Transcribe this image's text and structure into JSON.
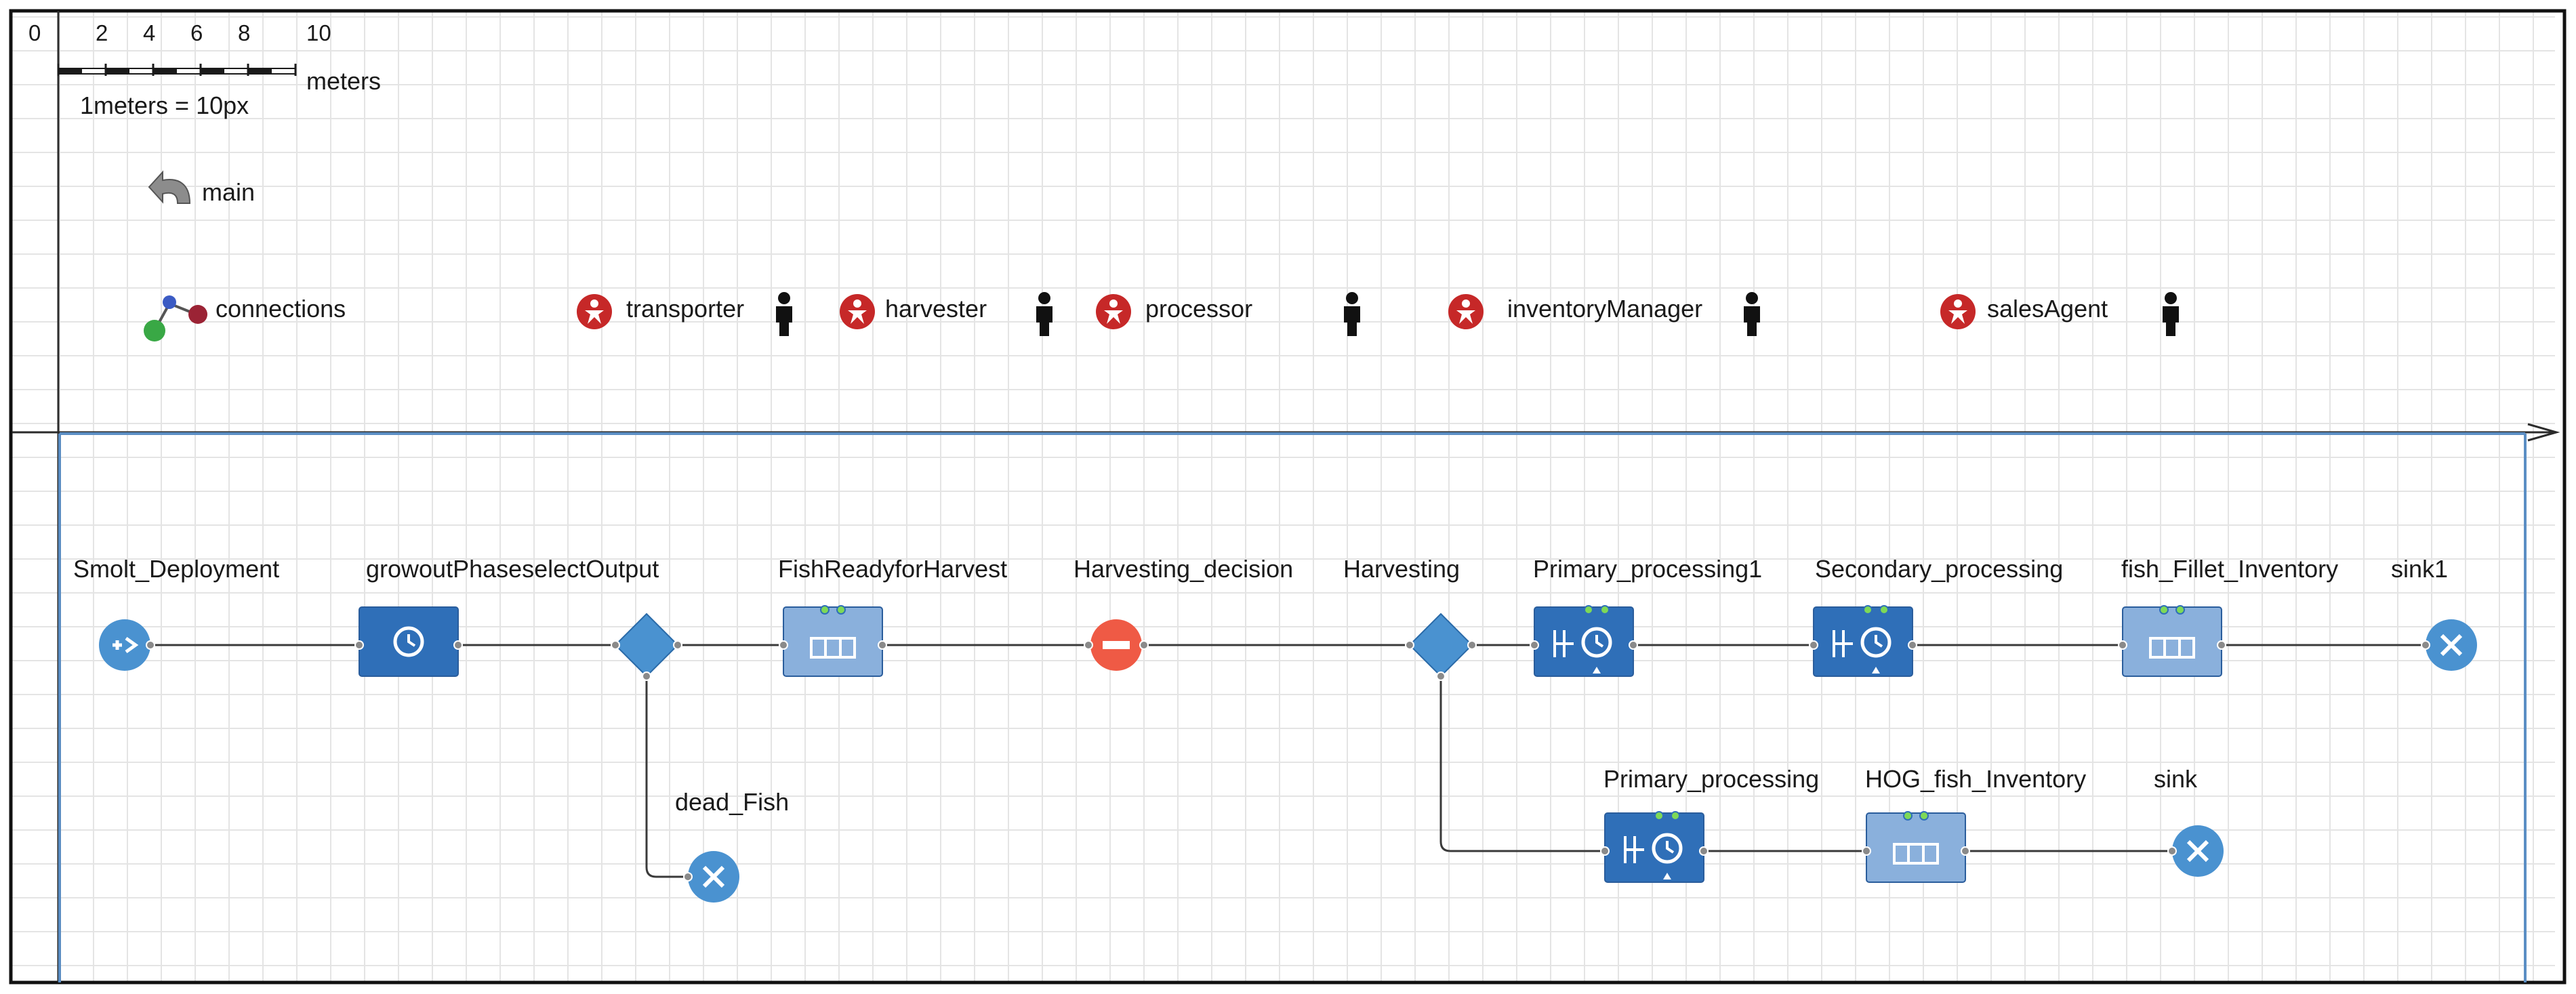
{
  "ruler": {
    "origin": "0",
    "ticks": [
      "2",
      "4",
      "6",
      "8",
      "10"
    ],
    "unit": "meters",
    "scale_text": "1meters = 10px"
  },
  "main_label": "main",
  "connections_label": "connections",
  "agents": [
    {
      "label": "transporter",
      "icon": "agent-icon"
    },
    {
      "label": "harvester",
      "icon": "agent-icon"
    },
    {
      "label": "processor",
      "icon": "agent-icon"
    },
    {
      "label": "inventoryManager",
      "icon": "agent-icon"
    },
    {
      "label": "salesAgent",
      "icon": "agent-icon"
    }
  ],
  "blocks": [
    {
      "id": "smolt",
      "label": "Smolt_Deployment",
      "type": "source"
    },
    {
      "id": "growout",
      "label": "growoutPhaseselectOutput",
      "type": "delay"
    },
    {
      "id": "select1",
      "label": "",
      "type": "select-output"
    },
    {
      "id": "fishReady",
      "label": "FishReadyforHarvest",
      "type": "queue"
    },
    {
      "id": "harvDecision",
      "label": "Harvesting_decision",
      "type": "hold"
    },
    {
      "id": "harvesting",
      "label": "Harvesting",
      "type": "select-output"
    },
    {
      "id": "primary1",
      "label": "Primary_processing1",
      "type": "service"
    },
    {
      "id": "secondary",
      "label": "Secondary_processing",
      "type": "service"
    },
    {
      "id": "filletInv",
      "label": "fish_Fillet_Inventory",
      "type": "queue"
    },
    {
      "id": "sink1",
      "label": "sink1",
      "type": "sink"
    },
    {
      "id": "deadFish",
      "label": "dead_Fish",
      "type": "sink"
    },
    {
      "id": "primary",
      "label": "Primary_processing",
      "type": "service"
    },
    {
      "id": "hogInv",
      "label": "HOG_fish_Inventory",
      "type": "queue"
    },
    {
      "id": "sink",
      "label": "sink",
      "type": "sink"
    }
  ],
  "colors": {
    "grid": "#e4e4e4",
    "axis": "#2b2b2b",
    "frame_blue": "#5b8ec4",
    "block_dark": "#2f6fb8",
    "block_light": "#8ab0dc",
    "round_blue": "#4a92d0",
    "hold_red": "#ef5a45",
    "agent_red": "#c62828",
    "led_green": "#7ed957",
    "connector": "#3a3a3a",
    "port": "#8a8a8a"
  }
}
